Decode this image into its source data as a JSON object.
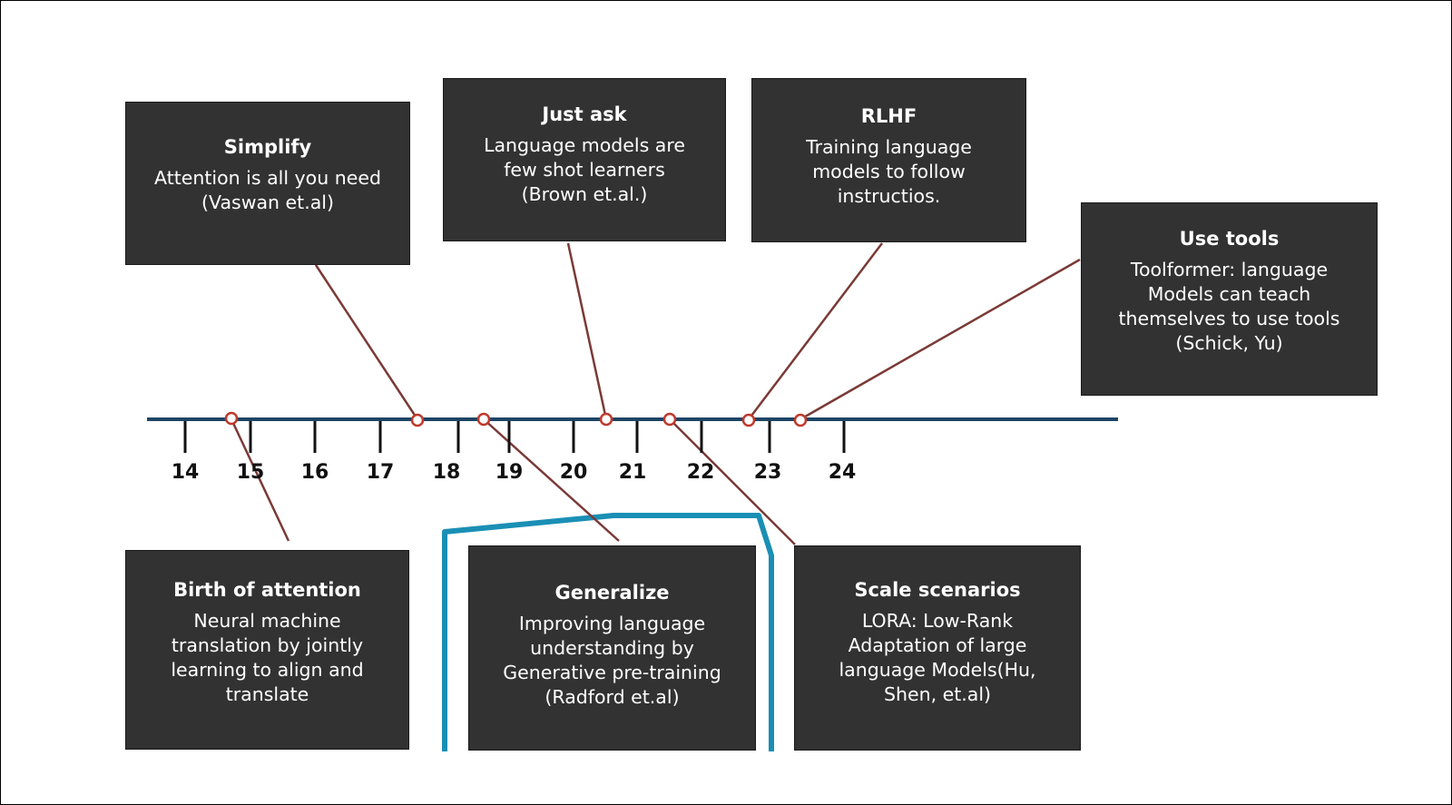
{
  "timeline": {
    "axis_color": "#1d4566",
    "connector_color": "#7a3a36",
    "marker_color": "#c0392b",
    "highlight_color": "#1a8fb5",
    "ticks": [
      "14",
      "15",
      "16",
      "17",
      "18",
      "19",
      "20",
      "21",
      "22",
      "23",
      "24"
    ]
  },
  "events": [
    {
      "title": "Simplify",
      "description": "Attention is all you  need\n(Vaswan et.al)"
    },
    {
      "title": "Just ask",
      "description": "Language models are\nfew shot learners\n(Brown et.al.)"
    },
    {
      "title": "RLHF",
      "description": "Training language\nmodels to follow\ninstructios."
    },
    {
      "title": "Use tools",
      "description": "Toolformer: language\nModels can teach\nthemselves to use tools\n(Schick, Yu)"
    },
    {
      "title": "Birth of attention",
      "description": "Neural machine\ntranslation by jointly\nlearning to align and\ntranslate"
    },
    {
      "title": "Generalize",
      "description": "Improving language\nunderstanding by\nGenerative pre-training\n(Radford et.al)"
    },
    {
      "title": "Scale scenarios",
      "description": "LORA: Low-Rank\nAdaptation of large\nlanguage Models(Hu,\nShen, et.al)"
    }
  ]
}
